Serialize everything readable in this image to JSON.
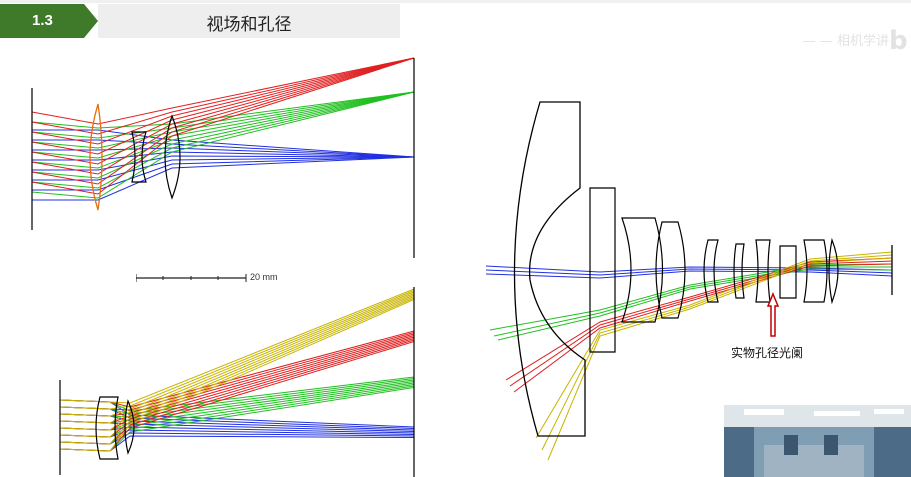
{
  "header": {
    "section_number": "1.3",
    "title": "视场和孔径",
    "badge_color": "#3f7a2b",
    "watermark": "— — 相机学讲",
    "logo": "b"
  },
  "figures": {
    "scale_bar_label": "20 mm",
    "aperture_annotation": "实物孔径光阑",
    "ray_colors": [
      "#e02020",
      "#20c020",
      "#2030e0",
      "#c8b400",
      "#f08000"
    ],
    "photo_icon": "classroom-photo"
  }
}
